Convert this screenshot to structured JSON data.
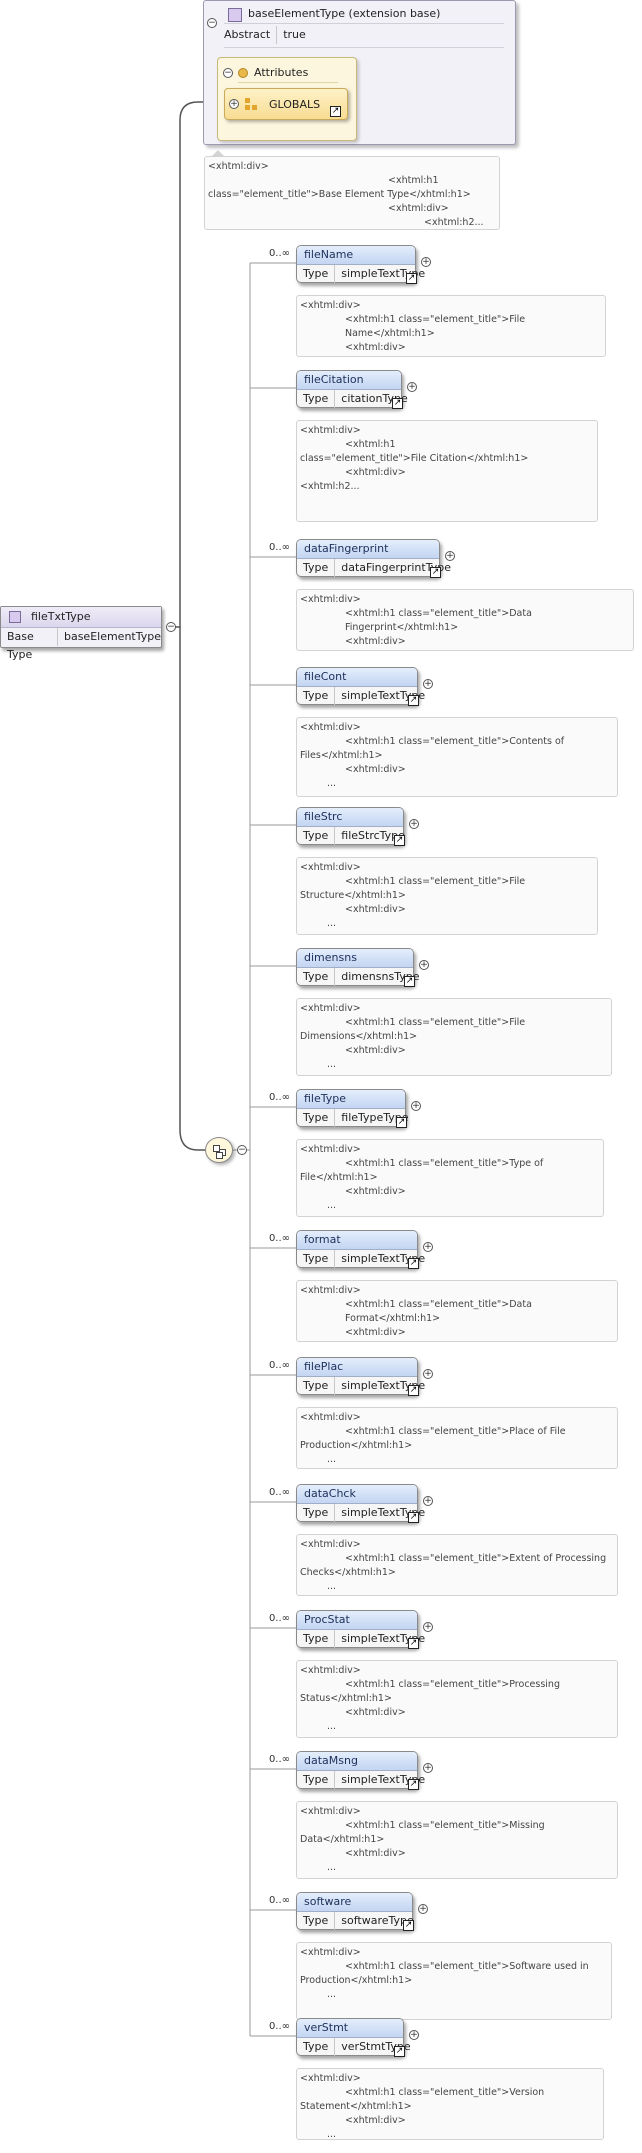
{
  "colors": {
    "header_blue": "#c9d9f4",
    "component_bg": "#f3f1f8",
    "attr_bg": "#fdf6de",
    "line": "#555555"
  },
  "root": {
    "name": "fileTxtType",
    "key": "Base Type",
    "value": "baseElementType",
    "icon": "complex-type-icon"
  },
  "base": {
    "title": "baseElementType (extension base)",
    "abstract_key": "Abstract",
    "abstract_value": "true",
    "attributes_label": "Attributes",
    "globals_label": "GLOBALS",
    "doc": {
      "l1": "<xhtml:div>",
      "l2": "<xhtml:h1",
      "l3": "class=\"element_title\">Base Element Type</xhtml:h1>",
      "l4": "<xhtml:div>",
      "l5": "<xhtml:h2..."
    }
  },
  "sequence_icon": "sequence-icon",
  "type_key": "Type",
  "elements": [
    {
      "name": "fileName",
      "occ": "0..∞",
      "type": "simpleTextType",
      "doc": [
        "<xhtml:div>",
        "<xhtml:h1 class=\"element_title\">File Name</xhtml:h1>",
        "<xhtml:div>",
        "..."
      ]
    },
    {
      "name": "fileCitation",
      "occ": "",
      "type": "citationType",
      "doc": [
        "<xhtml:div>",
        "<xhtml:h1",
        "class=\"element_title\">File Citation</xhtml:h1>",
        "<xhtml:div>",
        "<xhtml:h2..."
      ]
    },
    {
      "name": "dataFingerprint",
      "occ": "0..∞",
      "type": "dataFingerprintType",
      "doc": [
        "<xhtml:div>",
        "<xhtml:h1 class=\"element_title\">Data Fingerprint</xhtml:h1>",
        "<xhtml:div>",
        "..."
      ]
    },
    {
      "name": "fileCont",
      "occ": "",
      "type": "simpleTextType",
      "doc": [
        "<xhtml:div>",
        "<xhtml:h1 class=\"element_title\">Contents of",
        "Files</xhtml:h1>",
        "<xhtml:div>",
        "..."
      ]
    },
    {
      "name": "fileStrc",
      "occ": "",
      "type": "fileStrcType",
      "doc": [
        "<xhtml:div>",
        "<xhtml:h1 class=\"element_title\">File",
        "Structure</xhtml:h1>",
        "<xhtml:div>",
        "..."
      ]
    },
    {
      "name": "dimensns",
      "occ": "",
      "type": "dimensnsType",
      "doc": [
        "<xhtml:div>",
        "<xhtml:h1 class=\"element_title\">File",
        "Dimensions</xhtml:h1>",
        "<xhtml:div>",
        "..."
      ]
    },
    {
      "name": "fileType",
      "occ": "0..∞",
      "type": "fileTypeType",
      "doc": [
        "<xhtml:div>",
        "<xhtml:h1 class=\"element_title\">Type of",
        "File</xhtml:h1>",
        "<xhtml:div>",
        "..."
      ]
    },
    {
      "name": "format",
      "occ": "0..∞",
      "type": "simpleTextType",
      "doc": [
        "<xhtml:div>",
        "<xhtml:h1 class=\"element_title\">Data Format</xhtml:h1>",
        "<xhtml:div>",
        "..."
      ]
    },
    {
      "name": "filePlac",
      "occ": "0..∞",
      "type": "simpleTextType",
      "doc": [
        "<xhtml:div>",
        "<xhtml:h1 class=\"element_title\">Place of File",
        "Production</xhtml:h1>",
        "..."
      ]
    },
    {
      "name": "dataChck",
      "occ": "0..∞",
      "type": "simpleTextType",
      "doc": [
        "<xhtml:div>",
        "<xhtml:h1 class=\"element_title\">Extent of Processing",
        "Checks</xhtml:h1>",
        "..."
      ]
    },
    {
      "name": "ProcStat",
      "occ": "0..∞",
      "type": "simpleTextType",
      "doc": [
        "<xhtml:div>",
        "<xhtml:h1 class=\"element_title\">Processing",
        "Status</xhtml:h1>",
        "<xhtml:div>",
        "..."
      ]
    },
    {
      "name": "dataMsng",
      "occ": "0..∞",
      "type": "simpleTextType",
      "doc": [
        "<xhtml:div>",
        "<xhtml:h1 class=\"element_title\">Missing",
        "Data</xhtml:h1>",
        "<xhtml:div>",
        "..."
      ]
    },
    {
      "name": "software",
      "occ": "0..∞",
      "type": "softwareType",
      "doc": [
        "<xhtml:div>",
        "<xhtml:h1 class=\"element_title\">Software used in",
        "Production</xhtml:h1>",
        "..."
      ]
    },
    {
      "name": "verStmt",
      "occ": "0..∞",
      "type": "verStmtType",
      "doc": [
        "<xhtml:div>",
        "<xhtml:h1 class=\"element_title\">Version",
        "Statement</xhtml:h1>",
        "<xhtml:div>",
        "..."
      ]
    }
  ]
}
